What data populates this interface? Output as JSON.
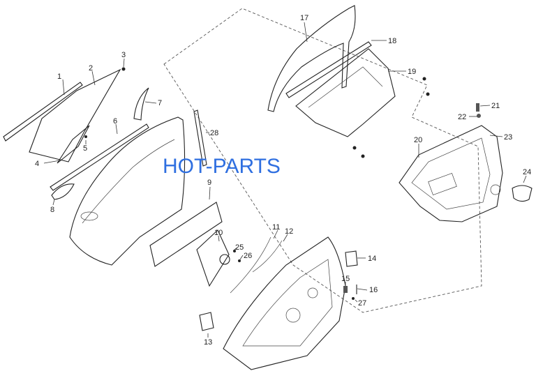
{
  "watermark": "HOT-PARTS",
  "callouts": [
    "1",
    "2",
    "3",
    "4",
    "5",
    "6",
    "7",
    "8",
    "9",
    "10",
    "11",
    "12",
    "13",
    "14",
    "15",
    "16",
    "17",
    "18",
    "19",
    "20",
    "21",
    "22",
    "23",
    "24",
    "25",
    "26",
    "27",
    "28"
  ]
}
